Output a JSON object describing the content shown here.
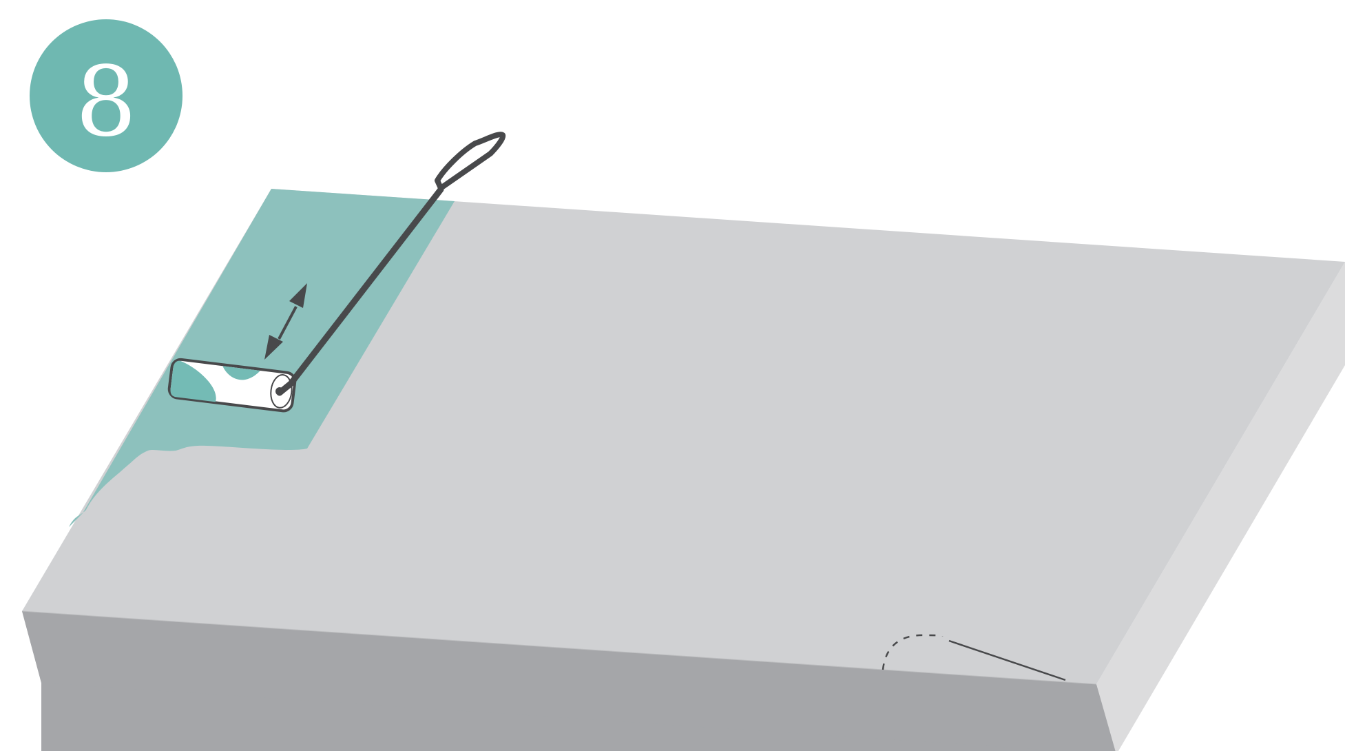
{
  "step": {
    "number": "8"
  },
  "colors": {
    "accent_teal": "#6fb8b1",
    "paint_teal": "#8dc1bd",
    "roller_paint": "#74bbb5",
    "board_top": "#d0d1d3",
    "board_front": "#a5a6a9",
    "board_side": "#dcdcdd",
    "outline": "#48494b",
    "background": "#ffffff"
  },
  "icons": {
    "step_badge": "numbered-circle",
    "tool": "paint-roller",
    "motion": "double-headed-arrow"
  }
}
